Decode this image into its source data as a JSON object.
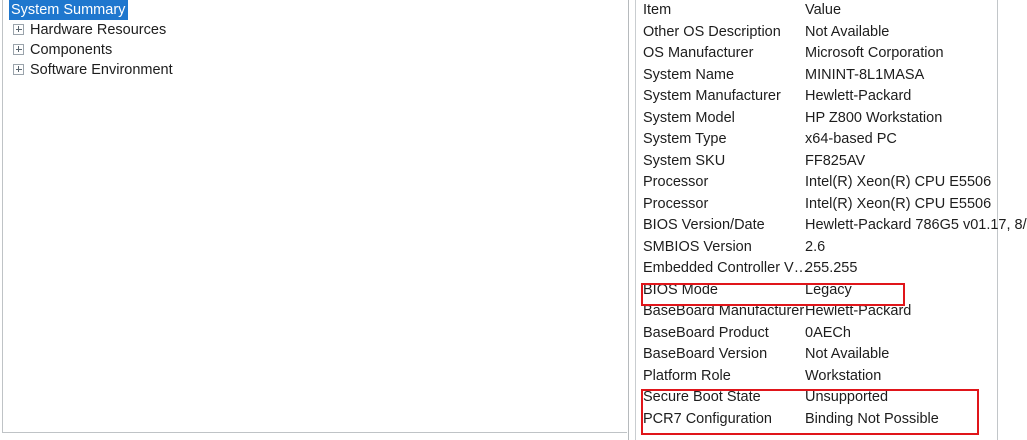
{
  "tree": {
    "root": {
      "label": "System Summary",
      "selected": true
    },
    "items": [
      {
        "label": "Hardware Resources",
        "icon": "plus-expander-icon"
      },
      {
        "label": "Components",
        "icon": "plus-expander-icon"
      },
      {
        "label": "Software Environment",
        "icon": "plus-expander-icon"
      }
    ]
  },
  "list": {
    "columns": {
      "item": "Item",
      "value": "Value"
    },
    "rows": [
      {
        "item": "Other OS Description",
        "value": "Not Available"
      },
      {
        "item": "OS Manufacturer",
        "value": "Microsoft Corporation"
      },
      {
        "item": "System Name",
        "value": "MININT-8L1MASA"
      },
      {
        "item": "System Manufacturer",
        "value": "Hewlett-Packard"
      },
      {
        "item": "System Model",
        "value": "HP Z800 Workstation"
      },
      {
        "item": "System Type",
        "value": "x64-based PC"
      },
      {
        "item": "System SKU",
        "value": "FF825AV"
      },
      {
        "item": "Processor",
        "value": "Intel(R) Xeon(R) CPU           E5506"
      },
      {
        "item": "Processor",
        "value": "Intel(R) Xeon(R) CPU           E5506"
      },
      {
        "item": "BIOS Version/Date",
        "value": "Hewlett-Packard 786G5 v01.17, 8/"
      },
      {
        "item": "SMBIOS Version",
        "value": "2.6"
      },
      {
        "item": "Embedded Controller V…",
        "value": "255.255"
      },
      {
        "item": "BIOS Mode",
        "value": "Legacy"
      },
      {
        "item": "BaseBoard Manufacturer",
        "value": "Hewlett-Packard"
      },
      {
        "item": "BaseBoard Product",
        "value": "0AECh"
      },
      {
        "item": "BaseBoard Version",
        "value": "Not Available"
      },
      {
        "item": "Platform Role",
        "value": "Workstation"
      },
      {
        "item": "Secure Boot State",
        "value": "Unsupported"
      },
      {
        "item": "PCR7 Configuration",
        "value": "Binding Not Possible"
      }
    ]
  },
  "annotations": {
    "color": "#e0151a",
    "boxes": [
      {
        "name": "bios-mode-highlight",
        "targets": "BIOS Mode / Legacy"
      },
      {
        "name": "secure-boot-highlight",
        "targets": "Secure Boot State / PCR7 Configuration"
      }
    ]
  },
  "colors": {
    "selection": "#1f77ce",
    "selection_text": "#ffffff",
    "text": "#1d1d1d",
    "border": "#bfc3c6",
    "annotation": "#e0151a"
  }
}
